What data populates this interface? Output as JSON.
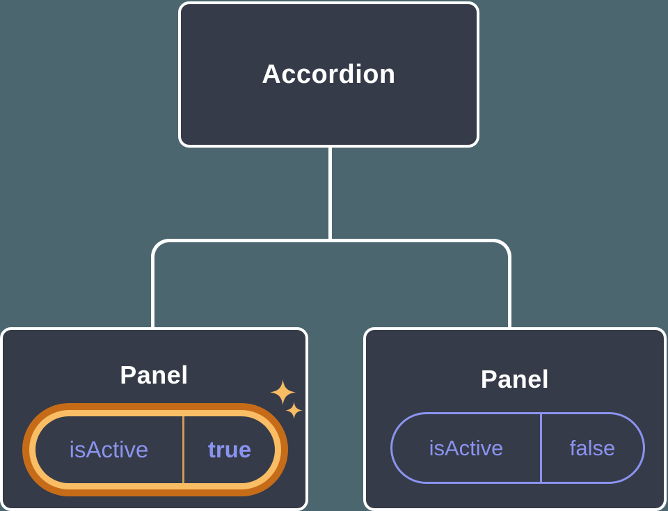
{
  "tree": {
    "root": {
      "label": "Accordion"
    },
    "children": [
      {
        "label": "Panel",
        "state": {
          "name": "isActive",
          "value": "true"
        },
        "highlighted": true
      },
      {
        "label": "Panel",
        "state": {
          "name": "isActive",
          "value": "false"
        },
        "highlighted": false
      }
    ]
  },
  "icons": [
    "sparkle-large-icon",
    "sparkle-small-icon"
  ],
  "colors": {
    "background": "#4c666f",
    "node_fill": "#353b48",
    "node_border": "#ffffff",
    "connector": "#ffffff",
    "label_text": "#ffffff",
    "state_text": "#8b93f0",
    "state_border": "#8b93f0",
    "highlight_ring_outer": "#c66c19",
    "highlight_ring_inner": "#f9bd65",
    "highlight_divider": "#d29a55",
    "sparkle": "#f8bc64"
  }
}
